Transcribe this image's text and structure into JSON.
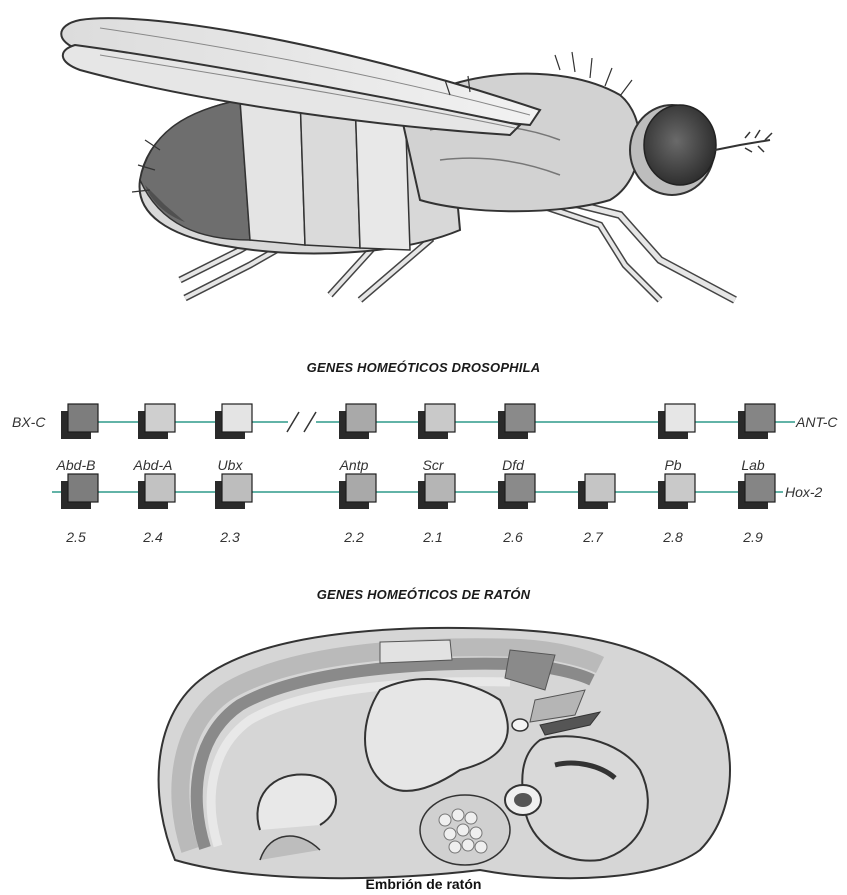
{
  "drosophila_title": "GENES HOMEÓTICOS DROSOPHILA",
  "mouse_title": "GENES HOMEÓTICOS DE RATÓN",
  "mouse_caption": "Embrión de ratón",
  "fly_row": {
    "left_label": "BX-C",
    "right_label": "ANT-C",
    "genes": [
      {
        "name": "Abd-B",
        "shade": "#7d7d7d"
      },
      {
        "name": "Abd-A",
        "shade": "#cfcfcf"
      },
      {
        "name": "Ubx",
        "shade": "#e4e4e4"
      },
      {
        "name": "Antp",
        "shade": "#a9a9a9"
      },
      {
        "name": "Scr",
        "shade": "#c9c9c9"
      },
      {
        "name": "Dfd",
        "shade": "#8a8a8a"
      },
      {
        "name": "Pb",
        "shade": "#e6e6e6"
      },
      {
        "name": "Lab",
        "shade": "#858585"
      }
    ]
  },
  "mouse_row": {
    "right_label": "Hox-2",
    "genes": [
      {
        "name": "2.5",
        "shade": "#7d7d7d"
      },
      {
        "name": "2.4",
        "shade": "#c2c2c2"
      },
      {
        "name": "2.3",
        "shade": "#bdbdbd"
      },
      {
        "name": "2.2",
        "shade": "#a9a9a9"
      },
      {
        "name": "2.1",
        "shade": "#b5b5b5"
      },
      {
        "name": "2.6",
        "shade": "#8a8a8a"
      },
      {
        "name": "2.7",
        "shade": "#c5c5c5"
      },
      {
        "name": "2.8",
        "shade": "#c9c9c9"
      },
      {
        "name": "2.9",
        "shade": "#858585"
      }
    ]
  },
  "colors": {
    "connector_line": "#2e9a8a",
    "box_shadow": "#2a2a2a",
    "box_border": "#1e1e1e"
  }
}
